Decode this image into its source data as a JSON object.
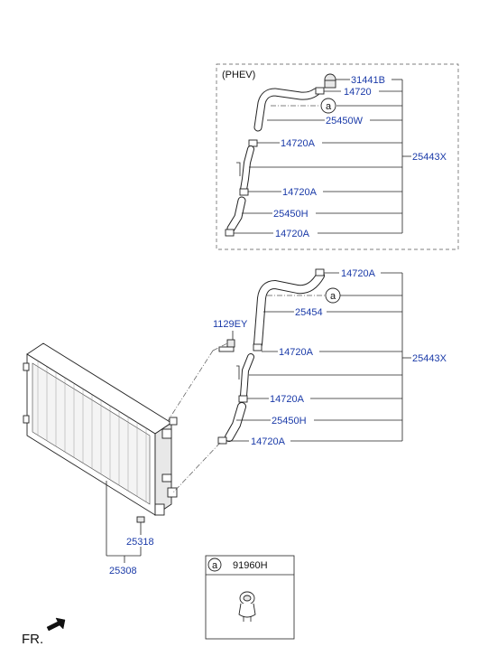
{
  "phev_box": {
    "title": "(PHEV)",
    "labels": {
      "p31441b": "31441B",
      "p14720": "14720",
      "circle_a": "a",
      "p25450w": "25450W",
      "p14720a_1": "14720A",
      "p25443x": "25443X",
      "p14720a_2": "14720A",
      "p25450h": "25450H",
      "p14720a_3": "14720A"
    }
  },
  "main": {
    "labels": {
      "p14720a_top": "14720A",
      "circle_a": "a",
      "p25454": "25454",
      "p1129ey": "1129EY",
      "p14720a_mid": "14720A",
      "p25443x": "25443X",
      "p14720a_low": "14720A",
      "p25450h": "25450H",
      "p14720a_bot": "14720A",
      "p25318": "25318",
      "p25308": "25308"
    }
  },
  "legend_box": {
    "circle_a": "a",
    "part": "91960H"
  },
  "direction": {
    "label": "FR."
  }
}
